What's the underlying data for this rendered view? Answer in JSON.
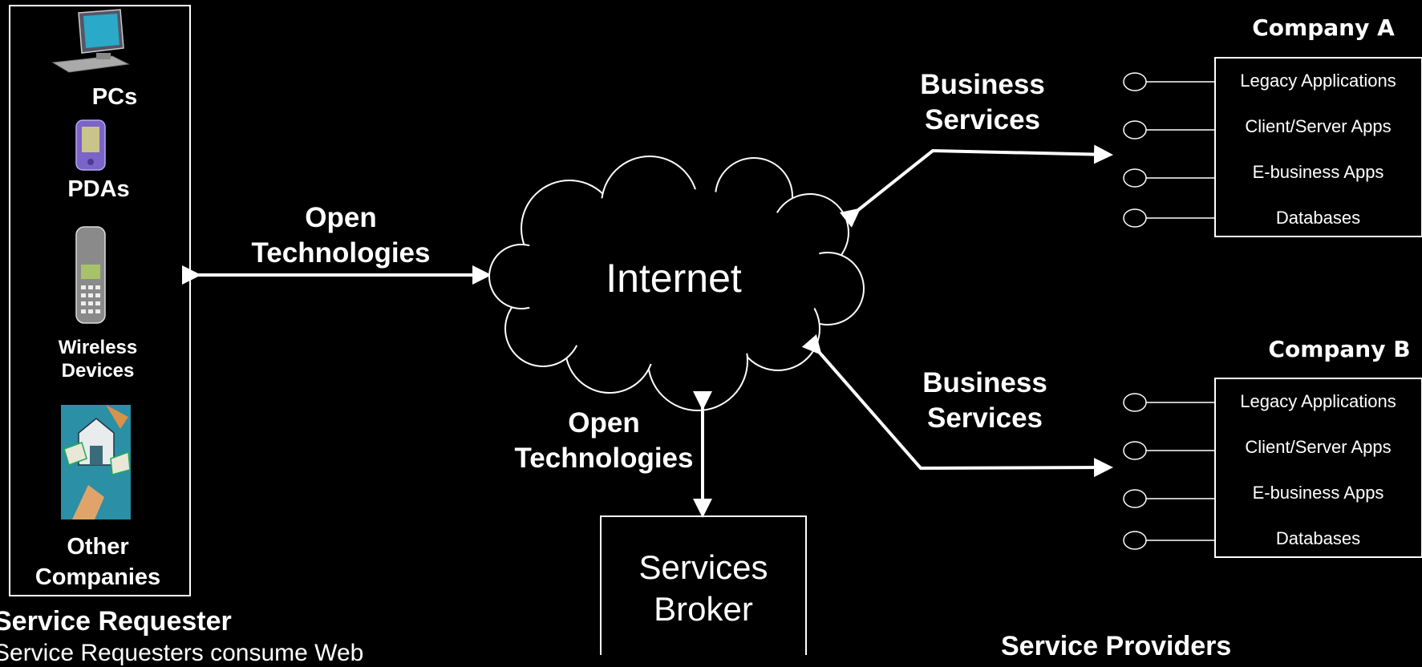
{
  "requester_panel": {
    "pcs": "PCs",
    "pdas": "PDAs",
    "wireless_line1": "Wireless",
    "wireless_line2": "Devices",
    "other_line1": "Other",
    "other_line2": "Companies"
  },
  "links": {
    "open_tech_left_line1": "Open",
    "open_tech_left_line2": "Technologies",
    "open_tech_bottom_line1": "Open",
    "open_tech_bottom_line2": "Technologies",
    "business_services_a_line1": "Business",
    "business_services_a_line2": "Services",
    "business_services_b_line1": "Business",
    "business_services_b_line2": "Services"
  },
  "internet": {
    "label": "Internet"
  },
  "broker": {
    "line1": "Services",
    "line2": "Broker"
  },
  "company_a": {
    "title": "Company A",
    "items": [
      "Legacy Applications",
      "Client/Server Apps",
      "E-business Apps",
      "Databases"
    ]
  },
  "company_b": {
    "title": "Company B",
    "items": [
      "Legacy Applications",
      "Client/Server Apps",
      "E-business Apps",
      "Databases"
    ]
  },
  "service_requester": {
    "title": "Service Requester",
    "description": "Service Requesters consume Web"
  },
  "service_providers": {
    "title": "Service Providers"
  }
}
